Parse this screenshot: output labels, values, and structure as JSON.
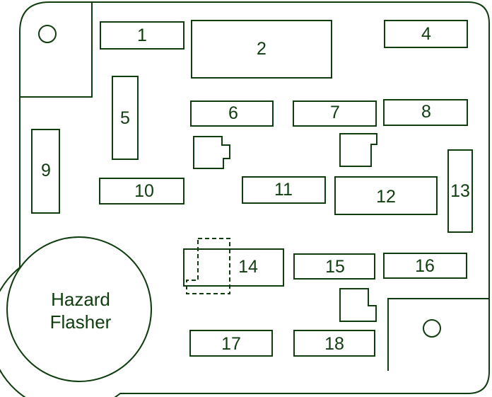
{
  "colors": {
    "line": "#0f3d0f",
    "background": "#ffffff"
  },
  "fuses": {
    "f1": "1",
    "f2": "2",
    "f4": "4",
    "f5": "5",
    "f6": "6",
    "f7": "7",
    "f8": "8",
    "f9": "9",
    "f10": "10",
    "f11": "11",
    "f12": "12",
    "f13": "13",
    "f14": "14",
    "f15": "15",
    "f16": "16",
    "f17": "17",
    "f18": "18"
  },
  "hazard_flasher": {
    "line1": "Hazard",
    "line2": "Flasher"
  }
}
